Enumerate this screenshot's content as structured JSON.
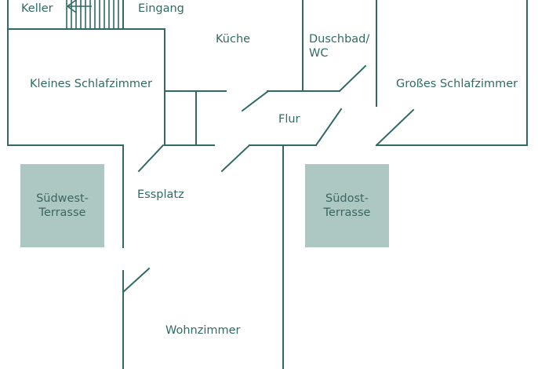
{
  "colors": {
    "wall": "#2f6b64",
    "terrace_fill": "#adc7c3",
    "text": "#2f6b64",
    "background": "#ffffff"
  },
  "icons": {
    "stairs_arrow": "left-arrow-icon"
  },
  "rooms": {
    "keller": "Keller",
    "eingang": "Eingang",
    "kueche": "Küche",
    "duschbad_line1": "Duschbad/",
    "duschbad_line2": "WC",
    "kleines_schlafzimmer": "Kleines Schlafzimmer",
    "grosses_schlafzimmer": "Großes Schlafzimmer",
    "flur": "Flur",
    "essplatz": "Essplatz",
    "wohnzimmer": "Wohnzimmer"
  },
  "terraces": {
    "suedwest_line1": "Südwest-",
    "suedwest_line2": "Terrasse",
    "suedost_line1": "Südost-",
    "suedost_line2": "Terrasse"
  }
}
